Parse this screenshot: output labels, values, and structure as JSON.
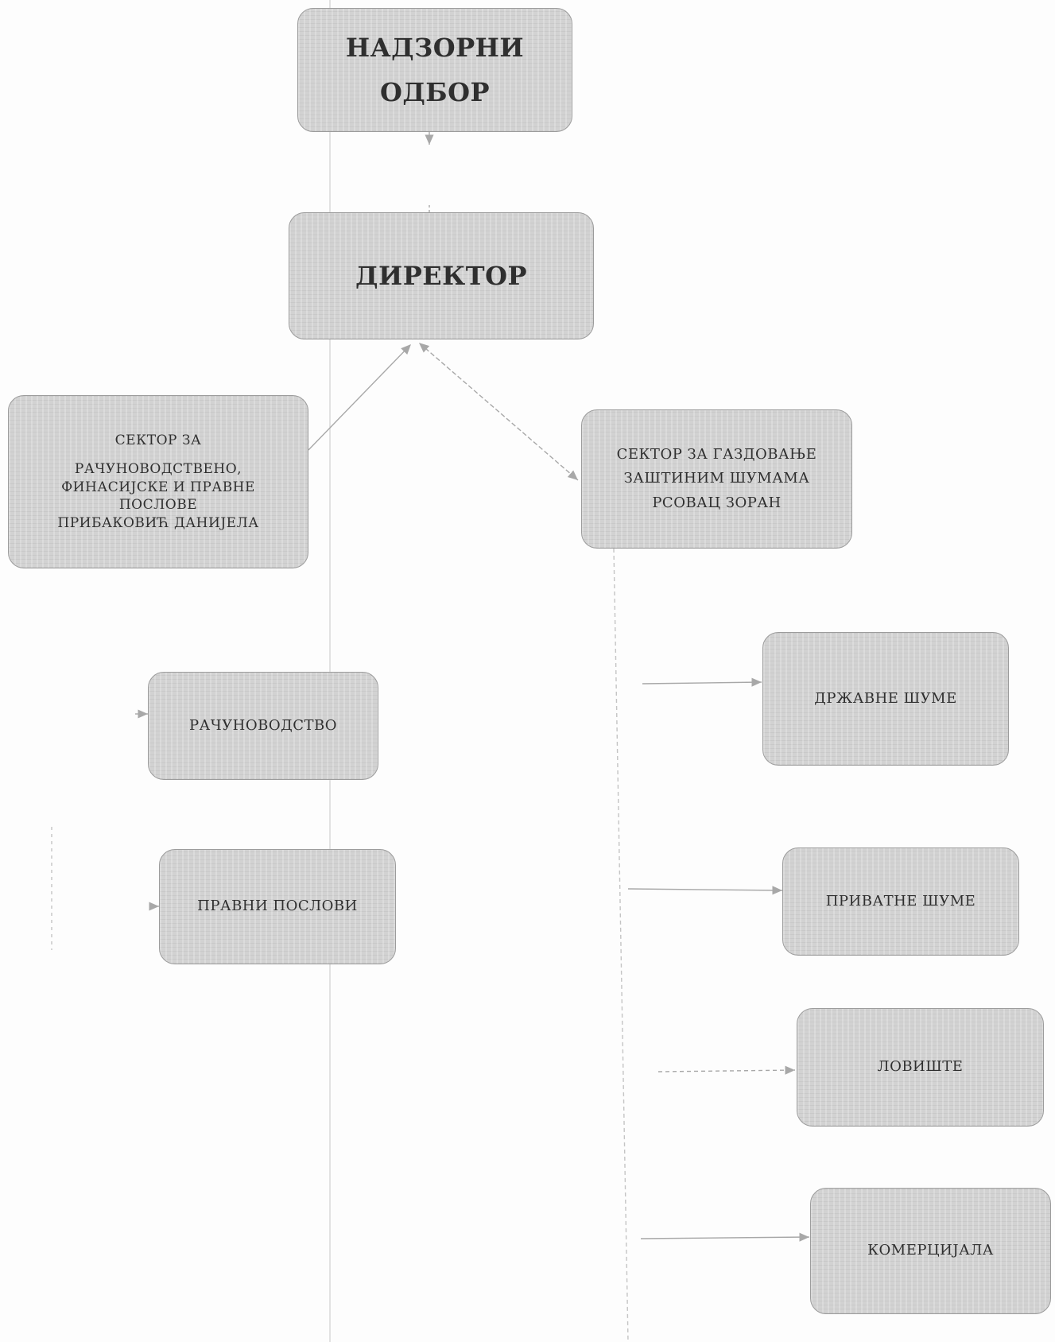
{
  "diagram": {
    "nodes": {
      "supervisory_board": "НАДЗОРНИ\nОДБОР",
      "director": "ДИРЕКТОР",
      "finance_sector_title": "СЕКТОР ЗА",
      "finance_sector_body": "РАЧУНОВОДСТВЕНО,\nФИНАСИЈСКЕ И ПРАВНЕ\nПОСЛОВЕ\nПРИБАКОВИЋ ДАНИЈЕЛА",
      "forest_sector": "СЕКТОР ЗА ГАЗДОВАЊЕ\nЗАШТИНИМ ШУМАМА\nРСОВАЦ ЗОРАН",
      "accounting": "РАЧУНОВОДСТВО",
      "legal_affairs": "ПРАВНИ ПОСЛОВИ",
      "state_forests": "ДРЖАВНЕ ШУМЕ",
      "private_forests": "ПРИВАТНЕ ШУМЕ",
      "hunting_ground": "ЛОВИШТЕ",
      "commercial": "КОМЕРЦИЈАЛА"
    },
    "colors": {
      "box_fill": "#d2d2d2",
      "box_border": "#9c9c9c",
      "connector": "#a8a8a8",
      "text": "#2f2f2f"
    }
  }
}
